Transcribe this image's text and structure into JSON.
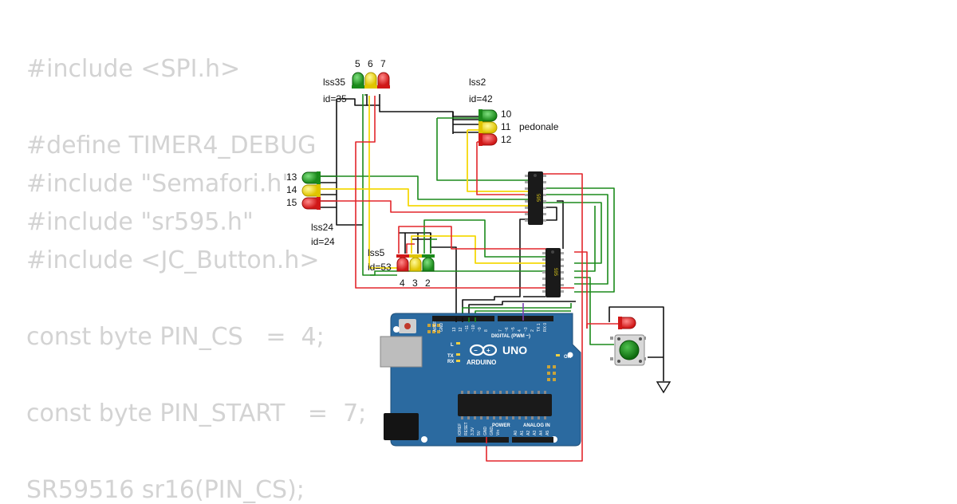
{
  "code": {
    "lines": [
      "#include <SPI.h>",
      "",
      "#define TIMER4_DEBUG",
      "#include \"Semafori.h\"",
      "#include \"sr595.h\"",
      "#include <JC_Button.h>",
      "",
      "const byte PIN_CS   =  4;",
      "",
      "const byte PIN_START   =  7;",
      "",
      "SR59516 sr16(PIN_CS);"
    ]
  },
  "circuit": {
    "lss35": {
      "name": "lss35",
      "id": "id=35",
      "pins": [
        "5",
        "6",
        "7"
      ]
    },
    "lss2": {
      "name": "lss2",
      "id": "id=42",
      "pins": [
        "10",
        "11",
        "12"
      ],
      "note": "pedonale"
    },
    "lss24": {
      "name": "lss24",
      "id": "id=24",
      "pins": [
        "13",
        "14",
        "15"
      ]
    },
    "lss5": {
      "name": "lss5",
      "id": "id=53",
      "pins": [
        "4",
        "3",
        "2"
      ]
    },
    "shift_register_label": "595",
    "arduino": {
      "model": "UNO",
      "brand": "ARDUINO",
      "digital_header": "DIGITAL (PWM ~)",
      "power_header": "POWER",
      "analog_header": "ANALOG IN",
      "on_label": "ON",
      "l_label": "L",
      "tx_label": "TX",
      "rx_label": "RX",
      "top_pins": [
        "AREF",
        "GND",
        "13",
        "12",
        "~11",
        "~10",
        "~9",
        "8",
        "7",
        "~6",
        "~5",
        "4",
        "~3",
        "2",
        "TX 1",
        "RX 0"
      ],
      "bottom_pins": [
        "IOREF",
        "RESET",
        "3.3V",
        "5V",
        "GND",
        "GND",
        "Vin",
        "A0",
        "A1",
        "A2",
        "A3",
        "A4",
        "A5"
      ]
    },
    "colors": {
      "red": "#e3262b",
      "yellow": "#f5d90a",
      "green": "#1b8a1b",
      "wire_black": "#111111",
      "board": "#2b6aa0"
    }
  }
}
